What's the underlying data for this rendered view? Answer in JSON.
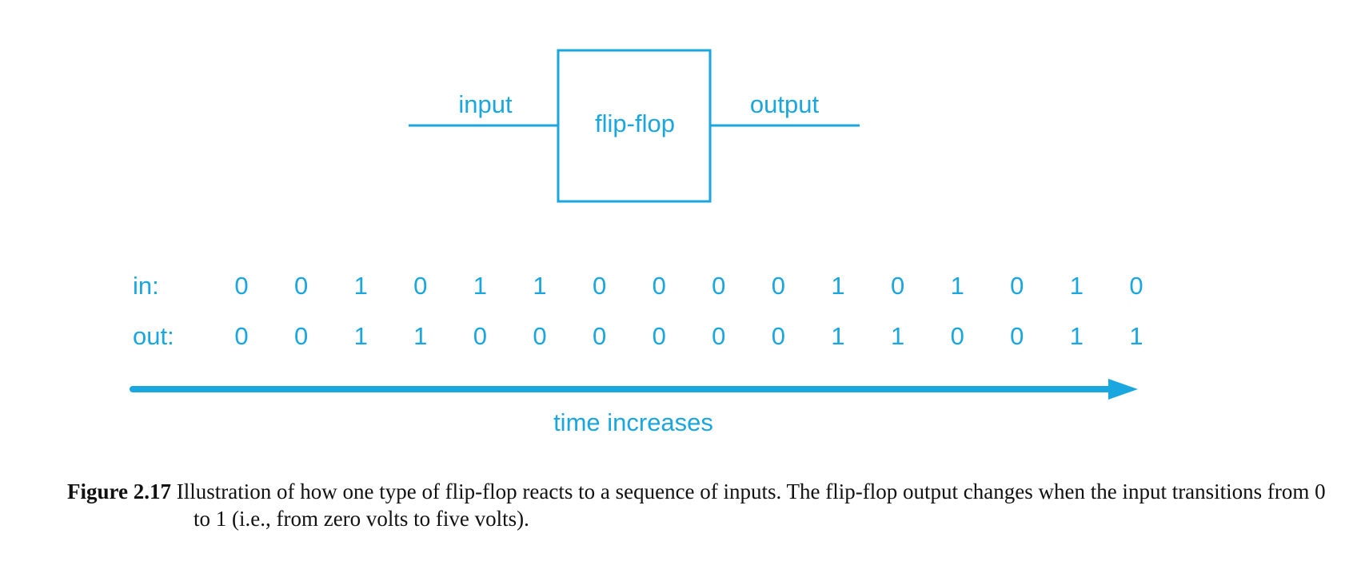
{
  "colors": {
    "accent": "#1aa6de",
    "text": "#111111"
  },
  "header_fragment": "",
  "diagram": {
    "input_label": "input",
    "box_label": "flip-flop",
    "output_label": "output",
    "in_label": "in:",
    "out_label": "out:",
    "in_values": [
      "0",
      "0",
      "1",
      "0",
      "1",
      "1",
      "0",
      "0",
      "0",
      "0",
      "1",
      "0",
      "1",
      "0",
      "1",
      "0"
    ],
    "out_values": [
      "0",
      "0",
      "1",
      "1",
      "0",
      "0",
      "0",
      "0",
      "0",
      "0",
      "1",
      "1",
      "0",
      "0",
      "1",
      "1"
    ],
    "arrow_label": "time increases"
  },
  "caption": {
    "label": "Figure 2.17",
    "text": " Illustration of how one type of flip-flop reacts to a sequence of inputs. The flip-flop output changes when the input transitions from 0 to 1 (i.e., from zero volts to five volts)."
  }
}
